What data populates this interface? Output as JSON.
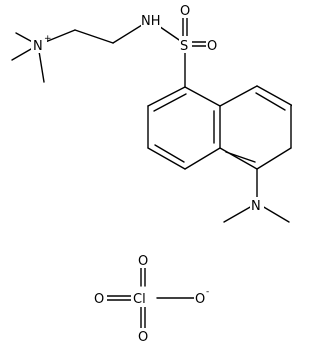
{
  "molecule": {
    "cation_nitrogen": "N",
    "cation_charge": "+",
    "amide_nh": "NH",
    "sulfur": "S",
    "sulfonyl_oxygen_top": "O",
    "sulfonyl_oxygen_right": "O",
    "dimethylamino_nitrogen": "N",
    "chlorine": "Cl",
    "perchlorate_oxygen_top": "O",
    "perchlorate_oxygen_left": "O",
    "perchlorate_oxygen_right": "O",
    "perchlorate_oxygen_bottom": "O",
    "anion_charge": "-"
  },
  "colors": {
    "stroke": "#000000",
    "background": "#ffffff"
  }
}
